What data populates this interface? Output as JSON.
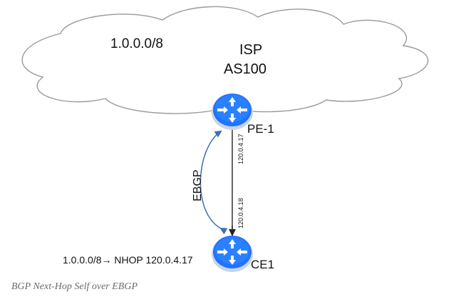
{
  "diagram": {
    "cloud": {
      "prefix": "1.0.0.0/8",
      "isp_label": "ISP",
      "as_label": "AS100"
    },
    "routers": {
      "pe": {
        "name": "PE-1",
        "interface_ip": "120.0.4.17"
      },
      "ce": {
        "name": "CE1",
        "interface_ip": "120.0.4.18"
      }
    },
    "session_label": "EBGP",
    "route_entry": "1.0.0.0/8→ NHOP 120.0.4.17",
    "colors": {
      "router_fill": "#1f74ff",
      "router_ring": "#c9d4e4",
      "link_line": "#222222",
      "session_arrow": "#3e6fb0",
      "cloud_stroke": "#9a9a9a"
    }
  },
  "caption": "BGP Next-Hop Self over EBGP"
}
